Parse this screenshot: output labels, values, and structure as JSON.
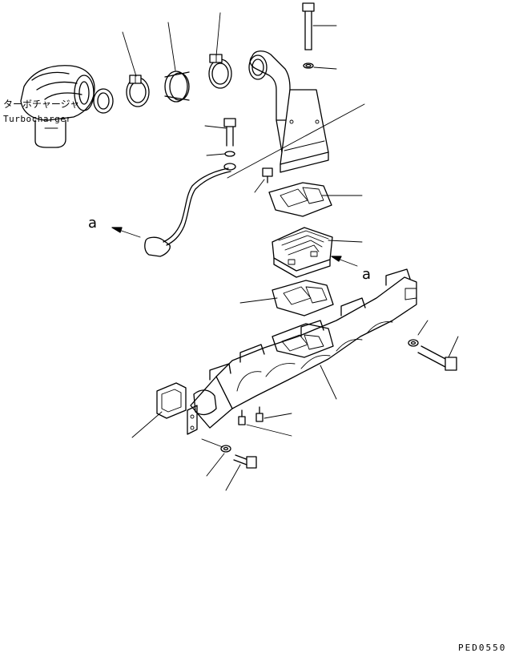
{
  "labels": {
    "turbocharger_jp": "ターボチャージャ",
    "turbocharger_en": "Turbocharger",
    "view_a_upper": "a",
    "view_a_lower": "a",
    "drawing_code": "PED0550"
  }
}
